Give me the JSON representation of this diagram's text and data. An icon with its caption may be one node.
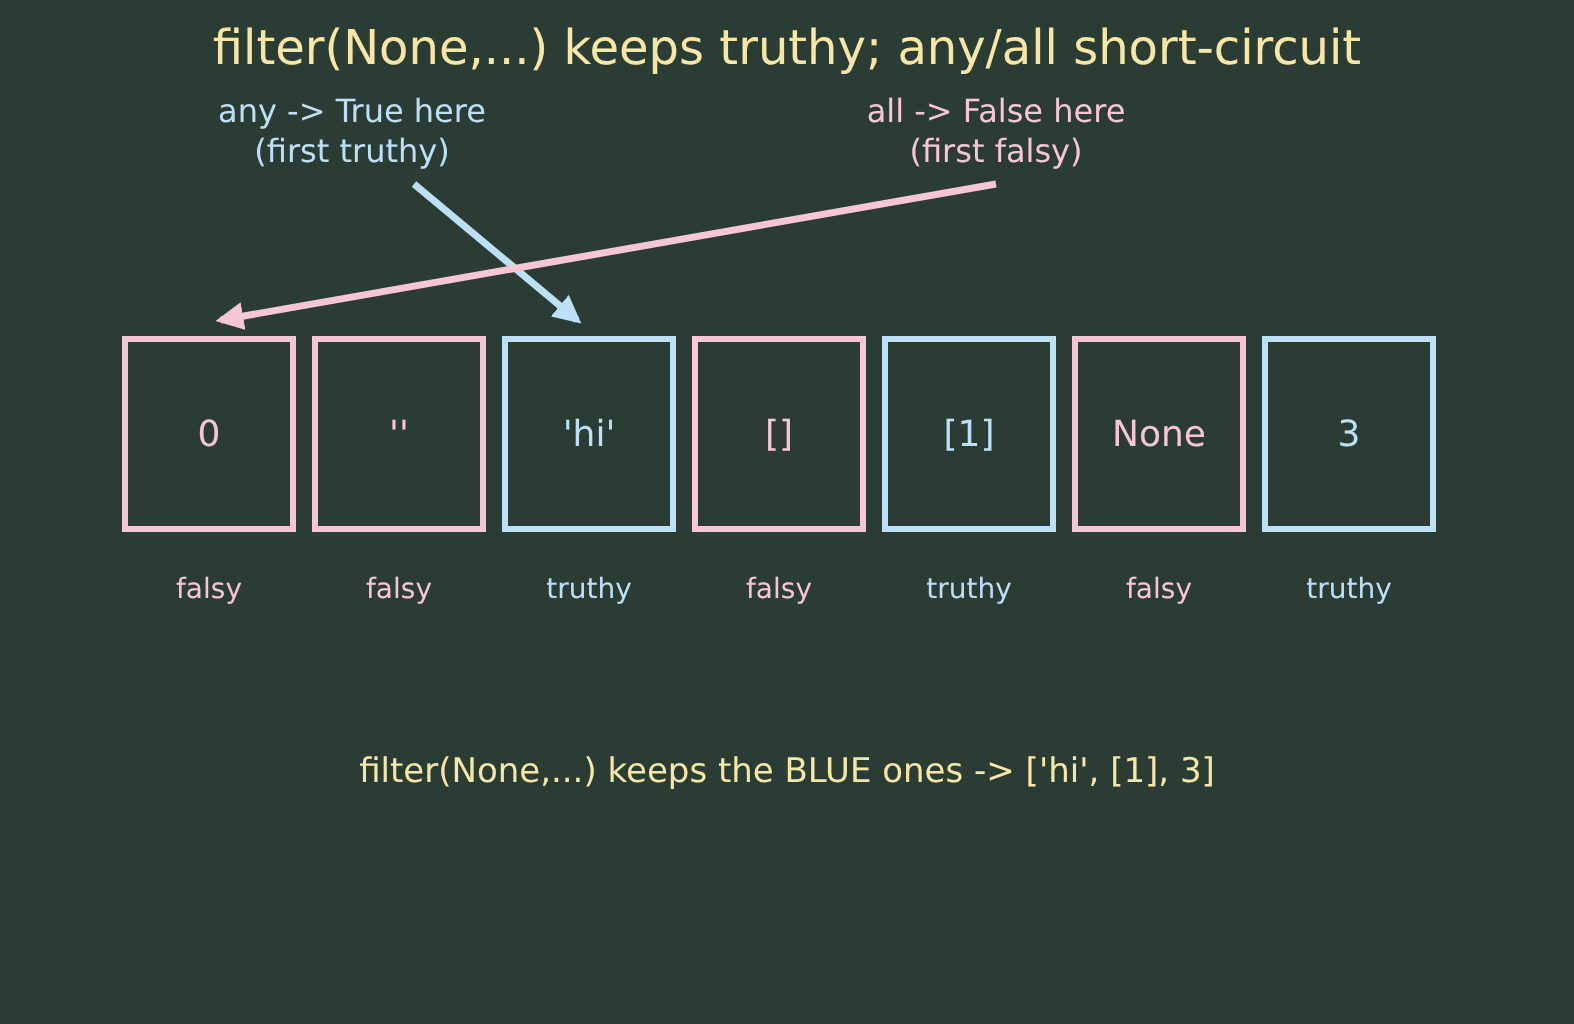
{
  "diagram": {
    "title": "filter(None,...) keeps truthy; any/all short-circuit",
    "nodes": [
      {
        "text": [
          "any -> True here (first truthy)"
        ]
      },
      {
        "text": [
          "all -> False here (first falsy)"
        ]
      },
      {
        "text": [
          "0"
        ],
        "beside": [
          "falsy"
        ]
      },
      {
        "text": [
          "''"
        ],
        "beside": [
          "falsy"
        ]
      },
      {
        "text": [
          "'hi'"
        ],
        "beside": [
          "truthy"
        ]
      },
      {
        "text": [
          "[]"
        ],
        "beside": [
          "falsy"
        ]
      },
      {
        "text": [
          "[1]"
        ],
        "beside": [
          "truthy"
        ]
      },
      {
        "text": [
          "None"
        ],
        "beside": [
          "falsy"
        ]
      },
      {
        "text": [
          "3"
        ],
        "beside": [
          "truthy"
        ]
      }
    ],
    "edges": [
      {
        "from": 0,
        "to": 4,
        "arrow": "to",
        "color": "#bde0f7"
      },
      {
        "from": 1,
        "to": 2,
        "arrow": "to",
        "color": "#f7c6d4"
      }
    ],
    "labels": [
      "filter(None,...) keeps the BLUE ones -> ['hi', [1], 3]"
    ]
  }
}
